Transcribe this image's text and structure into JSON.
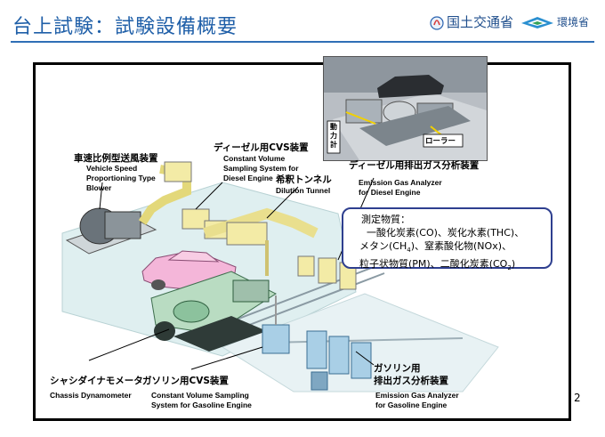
{
  "title": "台上試験：試験設備概要",
  "logos": {
    "mlit": "国土交通省",
    "moe": "環境省"
  },
  "page_number": "2",
  "photo": {
    "label_dyno": "動力計",
    "label_roller": "ローラー"
  },
  "labels": {
    "blower_jp": "車速比例型送風装置",
    "blower_en_1": "Vehicle Speed",
    "blower_en_2": "Proportioning Type",
    "blower_en_3": "Blower",
    "dcvs_jp": "ディーゼル用CVS装置",
    "dcvs_en_1": "Constant Volume",
    "dcvs_en_2": "Sampling System for",
    "dcvs_en_3": "Diesel Engine",
    "tunnel_jp": "希釈トンネル",
    "tunnel_en": "Dilution Tunnel",
    "dana_jp": "ディーゼル用排出ガス分析装置",
    "dana_en_1": "Emission Gas Analyzer",
    "dana_en_2": "for Diesel Engine",
    "chassis_jp": "シャシダイナモメータ",
    "chassis_en": "Chassis Dynamometer",
    "gcvs_jp": "ガソリン用CVS装置",
    "gcvs_en_1": "Constant Volume Sampling",
    "gcvs_en_2": "System for Gasoline Engine",
    "gana_jp_1": "ガソリン用",
    "gana_jp_2": "排出ガス分析装置",
    "gana_en_1": "Emission Gas Analyzer",
    "gana_en_2": "for Gasoline Engine"
  },
  "substances": {
    "title": "測定物質：",
    "line1": "一酸化炭素(CO)、炭化水素(THC)、",
    "line2_a": "メタン(CH",
    "line2_sub": "4",
    "line2_b": ")、窒素酸化物(NOx)、",
    "line3_a": "粒子状物質(PM)、二酸化炭素(CO",
    "line3_sub": "2",
    "line3_b": ")"
  },
  "colors": {
    "title_blue": "#1f5fa8",
    "box_border": "#2e3f8f",
    "car_pink": "#f4b6d9",
    "equip_yellow": "#f3eba6",
    "dyno_green": "#b9dcc2",
    "analyzer_blue": "#a9cfe6"
  }
}
